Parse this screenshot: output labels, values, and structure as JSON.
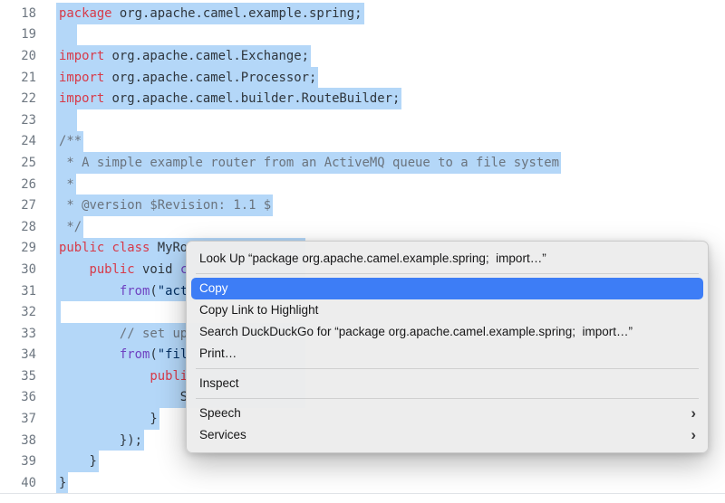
{
  "colors": {
    "selection": "#b4d7f8",
    "keyword": "#d73a49",
    "string": "#032f62",
    "function": "#6f42c1",
    "comment": "#6a737d",
    "plain_text": "#2f363d",
    "line_number": "#6e7781",
    "menu_highlight": "#3d7df6",
    "menu_background": "#ececec"
  },
  "code": {
    "lines": [
      {
        "num": "18",
        "segments": [
          {
            "c": "k",
            "t": "package"
          },
          {
            "c": "t",
            "t": " org.apache.camel.example.spring;"
          }
        ]
      },
      {
        "num": "19",
        "strip": 23
      },
      {
        "num": "20",
        "segments": [
          {
            "c": "k",
            "t": "import"
          },
          {
            "c": "t",
            "t": " org.apache.camel.Exchange;"
          }
        ]
      },
      {
        "num": "21",
        "segments": [
          {
            "c": "k",
            "t": "import"
          },
          {
            "c": "t",
            "t": " org.apache.camel.Processor;"
          }
        ]
      },
      {
        "num": "22",
        "segments": [
          {
            "c": "k",
            "t": "import"
          },
          {
            "c": "t",
            "t": " org.apache.camel.builder.RouteBuilder;"
          }
        ]
      },
      {
        "num": "23",
        "strip": 23
      },
      {
        "num": "24",
        "segments": [
          {
            "c": "c",
            "t": "/**"
          }
        ]
      },
      {
        "num": "25",
        "segments": [
          {
            "c": "c",
            "t": " * A simple example router from an ActiveMQ queue to a file system"
          }
        ]
      },
      {
        "num": "26",
        "segments": [
          {
            "c": "c",
            "t": " *"
          }
        ]
      },
      {
        "num": "27",
        "segments": [
          {
            "c": "c",
            "t": " * @version $Revision: 1.1 $"
          }
        ]
      },
      {
        "num": "28",
        "segments": [
          {
            "c": "c",
            "t": " */"
          }
        ]
      },
      {
        "num": "29",
        "extend": true,
        "segments": [
          {
            "c": "k",
            "t": "public class"
          },
          {
            "c": "t",
            "t": " MyRo"
          }
        ]
      },
      {
        "num": "30",
        "extend": true,
        "segments": [
          {
            "c": "t",
            "t": "    "
          },
          {
            "c": "k",
            "t": "public"
          },
          {
            "c": "t",
            "t": " void "
          },
          {
            "c": "f",
            "t": "c"
          }
        ]
      },
      {
        "num": "31",
        "extend": true,
        "segments": [
          {
            "c": "t",
            "t": "        "
          },
          {
            "c": "f",
            "t": "from"
          },
          {
            "c": "t",
            "t": "("
          },
          {
            "c": "s",
            "t": "\"act"
          }
        ]
      },
      {
        "num": "32",
        "strip": 5
      },
      {
        "num": "33",
        "extend": true,
        "segments": [
          {
            "c": "t",
            "t": "        "
          },
          {
            "c": "c",
            "t": "// set up"
          }
        ]
      },
      {
        "num": "34",
        "extend": true,
        "segments": [
          {
            "c": "t",
            "t": "        "
          },
          {
            "c": "f",
            "t": "from"
          },
          {
            "c": "t",
            "t": "("
          },
          {
            "c": "s",
            "t": "\"fil"
          }
        ]
      },
      {
        "num": "35",
        "extend": true,
        "segments": [
          {
            "c": "t",
            "t": "            "
          },
          {
            "c": "k",
            "t": "publi"
          }
        ]
      },
      {
        "num": "36",
        "extend": true,
        "segments": [
          {
            "c": "t",
            "t": "                S"
          }
        ]
      },
      {
        "num": "37",
        "segments": [
          {
            "c": "t",
            "t": "            }"
          }
        ]
      },
      {
        "num": "38",
        "segments": [
          {
            "c": "t",
            "t": "        });"
          }
        ]
      },
      {
        "num": "39",
        "segments": [
          {
            "c": "t",
            "t": "    }"
          }
        ]
      },
      {
        "num": "40",
        "segments": [
          {
            "c": "t",
            "t": "}"
          }
        ]
      }
    ]
  },
  "menu": {
    "chevron": "›",
    "items": [
      {
        "type": "item",
        "name": "look-up",
        "label": "Look Up “package org.apache.camel.example.spring;  import…”"
      },
      {
        "type": "separator"
      },
      {
        "type": "item",
        "name": "copy",
        "label": "Copy",
        "highlighted": true
      },
      {
        "type": "item",
        "name": "copy-link-to-highlight",
        "label": "Copy Link to Highlight"
      },
      {
        "type": "item",
        "name": "search-duckduckgo",
        "label": "Search DuckDuckGo for “package org.apache.camel.example.spring;  import…”"
      },
      {
        "type": "item",
        "name": "print",
        "label": "Print…"
      },
      {
        "type": "separator"
      },
      {
        "type": "item",
        "name": "inspect",
        "label": "Inspect"
      },
      {
        "type": "separator"
      },
      {
        "type": "item",
        "name": "speech",
        "label": "Speech",
        "submenu": true
      },
      {
        "type": "item",
        "name": "services",
        "label": "Services",
        "submenu": true
      }
    ]
  }
}
